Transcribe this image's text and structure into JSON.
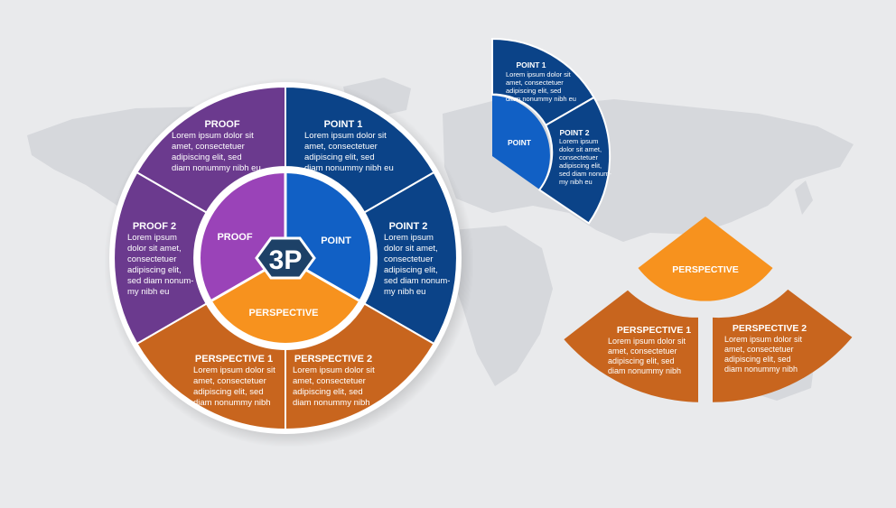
{
  "colors": {
    "background": "#e9eaec",
    "map": "#d6d8dc",
    "purple": "#6b3a8e",
    "purple_light": "#9a43b8",
    "navy": "#0b4388",
    "blue": "#1160c5",
    "orange": "#f7921e",
    "burnt_orange": "#c8651e",
    "hex_badge": "#1d4167"
  },
  "center": {
    "badge": "3P"
  },
  "inner": {
    "proof": "PROOF",
    "point": "POINT",
    "perspective": "PERSPECTIVE"
  },
  "outer": {
    "proof": {
      "title": "PROOF",
      "lines": [
        "Lorem ipsum dolor sit",
        "amet, consectetuer",
        "adipiscing elit, sed",
        "diam nonummy nibh eu"
      ]
    },
    "point1": {
      "title": "POINT 1",
      "lines": [
        "Lorem ipsum dolor sit",
        "amet, consectetuer",
        "adipiscing elit, sed",
        "diam nonummy nibh eu"
      ]
    },
    "point2": {
      "title": "POINT 2",
      "lines": [
        "Lorem ipsum",
        "dolor sit amet,",
        "consectetuer",
        "adipiscing elit,",
        "sed diam nonum-",
        "my nibh eu"
      ]
    },
    "proof2": {
      "title": "PROOF 2",
      "lines": [
        "Lorem ipsum",
        "dolor sit amet,",
        "consectetuer",
        "adipiscing elit,",
        "sed diam nonum-",
        "my nibh eu"
      ]
    },
    "perspective1": {
      "title": "PERSPECTIVE 1",
      "lines": [
        "Lorem ipsum dolor sit",
        "amet, consectetuer",
        "adipiscing elit, sed",
        "diam nonummy nibh"
      ]
    },
    "perspective2": {
      "title": "PERSPECTIVE 2",
      "lines": [
        "Lorem ipsum dolor sit",
        "amet, consectetuer",
        "adipiscing elit, sed",
        "diam nonummy nibh"
      ]
    }
  },
  "fan_point": {
    "core": "POINT",
    "point1": {
      "title": "POINT 1",
      "lines": [
        "Lorem ipsum dolor sit",
        "amet, consectetuer",
        "adipiscing elit, sed",
        "diam nonummy nibh eu"
      ]
    },
    "point2": {
      "title": "POINT 2",
      "lines": [
        "Lorem ipsum",
        "dolor sit amet,",
        "consectetuer",
        "adipiscing elit,",
        "sed diam nonum-",
        "my nibh eu"
      ]
    }
  },
  "fan_perspective": {
    "core": "PERSPECTIVE",
    "perspective1": {
      "title": "PERSPECTIVE 1",
      "lines": [
        "Lorem ipsum dolor sit",
        "amet, consectetuer",
        "adipiscing elit, sed",
        "diam nonummy nibh"
      ]
    },
    "perspective2": {
      "title": "PERSPECTIVE 2",
      "lines": [
        "Lorem ipsum dolor sit",
        "amet, consectetuer",
        "adipiscing elit, sed",
        "diam nonummy nibh"
      ]
    }
  }
}
